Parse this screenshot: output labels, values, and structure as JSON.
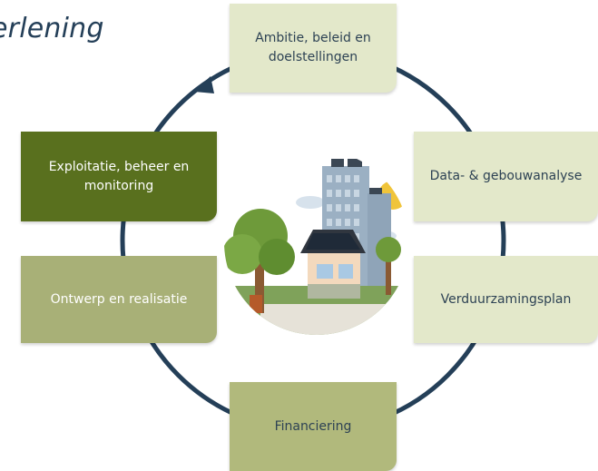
{
  "title": "erlening",
  "steps": [
    {
      "label": "Ambitie, beleid en doelstellingen"
    },
    {
      "label": "Data- & gebouwanalyse"
    },
    {
      "label": "Verduurzamingsplan"
    },
    {
      "label": "Financiering"
    },
    {
      "label": "Ontwerp en realisatie"
    },
    {
      "label": "Exploitatie, beheer en monitoring"
    }
  ],
  "colors": {
    "ring": "#243f58",
    "box_light": "#e3e8ca",
    "box_mid": "#a8b077",
    "box_dark": "#59701e"
  }
}
